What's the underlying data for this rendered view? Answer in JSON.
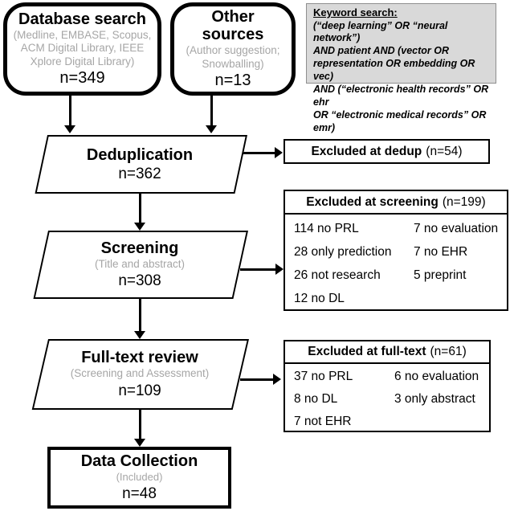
{
  "sources": {
    "database": {
      "title": "Database search",
      "subtitle": "(Medline, EMBASE, Scopus, ACM Digital Library, IEEE Xplore Digital Library)",
      "count": "n=349"
    },
    "other": {
      "title": "Other sources",
      "subtitle": "(Author suggestion; Snowballing)",
      "count": "n=13"
    }
  },
  "keyword_search": {
    "title": "Keyword search:",
    "lines": [
      "(“deep learning” OR “neural network”)",
      "AND patient AND (vector OR",
      "representation OR embedding OR vec)",
      "AND (“electronic health records” OR ehr",
      "OR “electronic medical records” OR emr)"
    ]
  },
  "stages": {
    "dedup": {
      "title": "Deduplication",
      "count": "n=362"
    },
    "screening": {
      "title": "Screening",
      "subtitle": "(Title and abstract)",
      "count": "n=308"
    },
    "fulltext": {
      "title": "Full-text review",
      "subtitle": "(Screening and Assessment)",
      "count": "n=109"
    },
    "collection": {
      "title": "Data Collection",
      "subtitle": "(Included)",
      "count": "n=48"
    }
  },
  "exclusions": {
    "dedup": {
      "title": "Excluded at dedup",
      "count": "(n=54)"
    },
    "screening": {
      "title": "Excluded at screening",
      "count": "(n=199)",
      "left": [
        "114 no PRL",
        "28 only prediction",
        "26 not research",
        "12 no DL"
      ],
      "right": [
        "7 no evaluation",
        "7 no EHR",
        "5 preprint"
      ]
    },
    "fulltext": {
      "title": "Excluded at full-text",
      "count": "(n=61)",
      "left": [
        "37 no PRL",
        "8 no DL",
        "7 not EHR"
      ],
      "right": [
        "6 no evaluation",
        "3 only abstract"
      ]
    }
  },
  "colors": {
    "ink": "#000000",
    "gray_text": "#a6a6a6",
    "keyword_bg": "#d9d9d9",
    "keyword_border": "#8f8f8f",
    "background": "#ffffff"
  }
}
